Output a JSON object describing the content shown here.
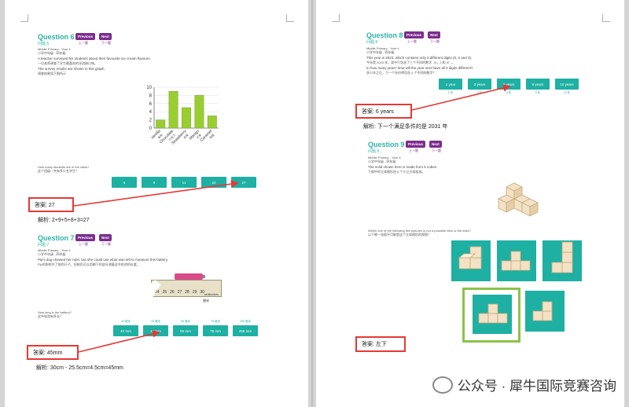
{
  "q6": {
    "title": "Question 6",
    "subtitle": "问题 6",
    "prev": "Previous",
    "prev_cn": "上一题",
    "next": "Next",
    "next_cn": "下一题",
    "level": "Middle Primary - Year 4",
    "level_cn": "小学中年级 - 四年级",
    "text1": "A teacher surveyed his students about their favourite ice cream flavours.",
    "text1_cn": "一位老师调查了学生最喜欢的冰淇淋口味。",
    "text2": "The survey results are shown in this graph.",
    "text2_cn": "调查结果如下图所示",
    "question": "How many students are in the class?",
    "question_cn": "这个班级一共有多少名学生？",
    "options": [
      "5",
      "9",
      "11",
      "22",
      "27"
    ],
    "answer": "答案:  27",
    "explanation": "解析:  2+9+5+8+3=27"
  },
  "chart_data": {
    "type": "bar",
    "categories": [
      "Vanilla",
      "Chocolate",
      "Strawberry",
      "Mango",
      "Caramel"
    ],
    "categories_cn": [
      "香草",
      "巧克力",
      "草莓",
      "芒果",
      "焦糖"
    ],
    "values": [
      2,
      9,
      5,
      8,
      3
    ],
    "ylim": [
      0,
      10
    ],
    "yticks": [
      0,
      2,
      4,
      6,
      8,
      10
    ],
    "color": "#9acd32"
  },
  "q7": {
    "title": "Question 7",
    "subtitle": "问题 7",
    "prev": "Previous",
    "prev_cn": "上一题",
    "next": "Next",
    "next_cn": "下一题",
    "level": "Middle Primary - Year 4",
    "level_cn": "小学中年级 - 四年级",
    "text1": "Pip's dog chewed her ruler, but she could use what was left to measure this battery.",
    "text1_cn": "Pip的狗咬坏了她的尺子，但她仍可以用剩下的部分测量这节电池的长度。",
    "ruler_ticks": [
      "24",
      "25",
      "26",
      "27",
      "28",
      "29",
      "30"
    ],
    "ruler_unit": "centimetres",
    "ruler_unit_cn": "厘米",
    "question": "How long is the battery?",
    "question_cn": "这节电池有多长？",
    "option_caps": [
      "40 毫米",
      "45 毫米",
      "55 毫米",
      "75 毫米",
      "255 毫米"
    ],
    "options": [
      "40 mm",
      "45 mm",
      "55 mm",
      "75 mm",
      "255 mm"
    ],
    "answer": "答案:  45mm",
    "explanation": "解析:  30cm - 25.5cm=4.5cm=45mm"
  },
  "q8": {
    "title": "Question 8",
    "subtitle": "问题 8",
    "prev": "Previous",
    "prev_cn": "上一题",
    "next": "Next",
    "next_cn": "下一题",
    "level": "Middle Primary - Year 4",
    "level_cn": "小学中年级 - 四年级",
    "text1": "This year is 2023, which contains only 3 different digits (0, 2 and 3).",
    "text1_cn": "今年是 2023 年，其中只包含了三个不同的数字（0，2 和 3）。",
    "question": "In how many years' time will the year next have all 4 digits different?",
    "question_cn": "多少年之后，下一个年份将包含 4 个不同的数字？",
    "options": [
      "1 year",
      "3 years",
      "6 years",
      "8 years",
      "10 years"
    ],
    "option_caps": [
      "1 年",
      "3 年",
      "6 年",
      "8 年",
      "10 年"
    ],
    "answer": "答案:  6 years",
    "explanation": "解析:  下一个满足条件的是 2031 年"
  },
  "q9": {
    "title": "Question 9",
    "subtitle": "问题 9",
    "prev": "Previous",
    "prev_cn": "上一题",
    "next": "Next",
    "next_cn": "下一题",
    "level": "Middle Primary - Year 4",
    "level_cn": "小学中年级 - 四年级",
    "text1": "The solid shown here is made from 5 cubes.",
    "text1_cn": "下图中的立体图形由 5 个小立方体组成。",
    "question": "Which one of the following five pictures is not a possible view of the solid?",
    "question_cn": "以下哪一张图不可能是这个立体图形的视图？",
    "answer": "答案:  左下"
  },
  "watermark": "公众号 · 犀牛国际竞赛咨询",
  "colors": {
    "teal": "#1eb0a3",
    "purple": "#7b2d8e",
    "red": "#e53935",
    "green_highlight": "#8bc34a"
  }
}
